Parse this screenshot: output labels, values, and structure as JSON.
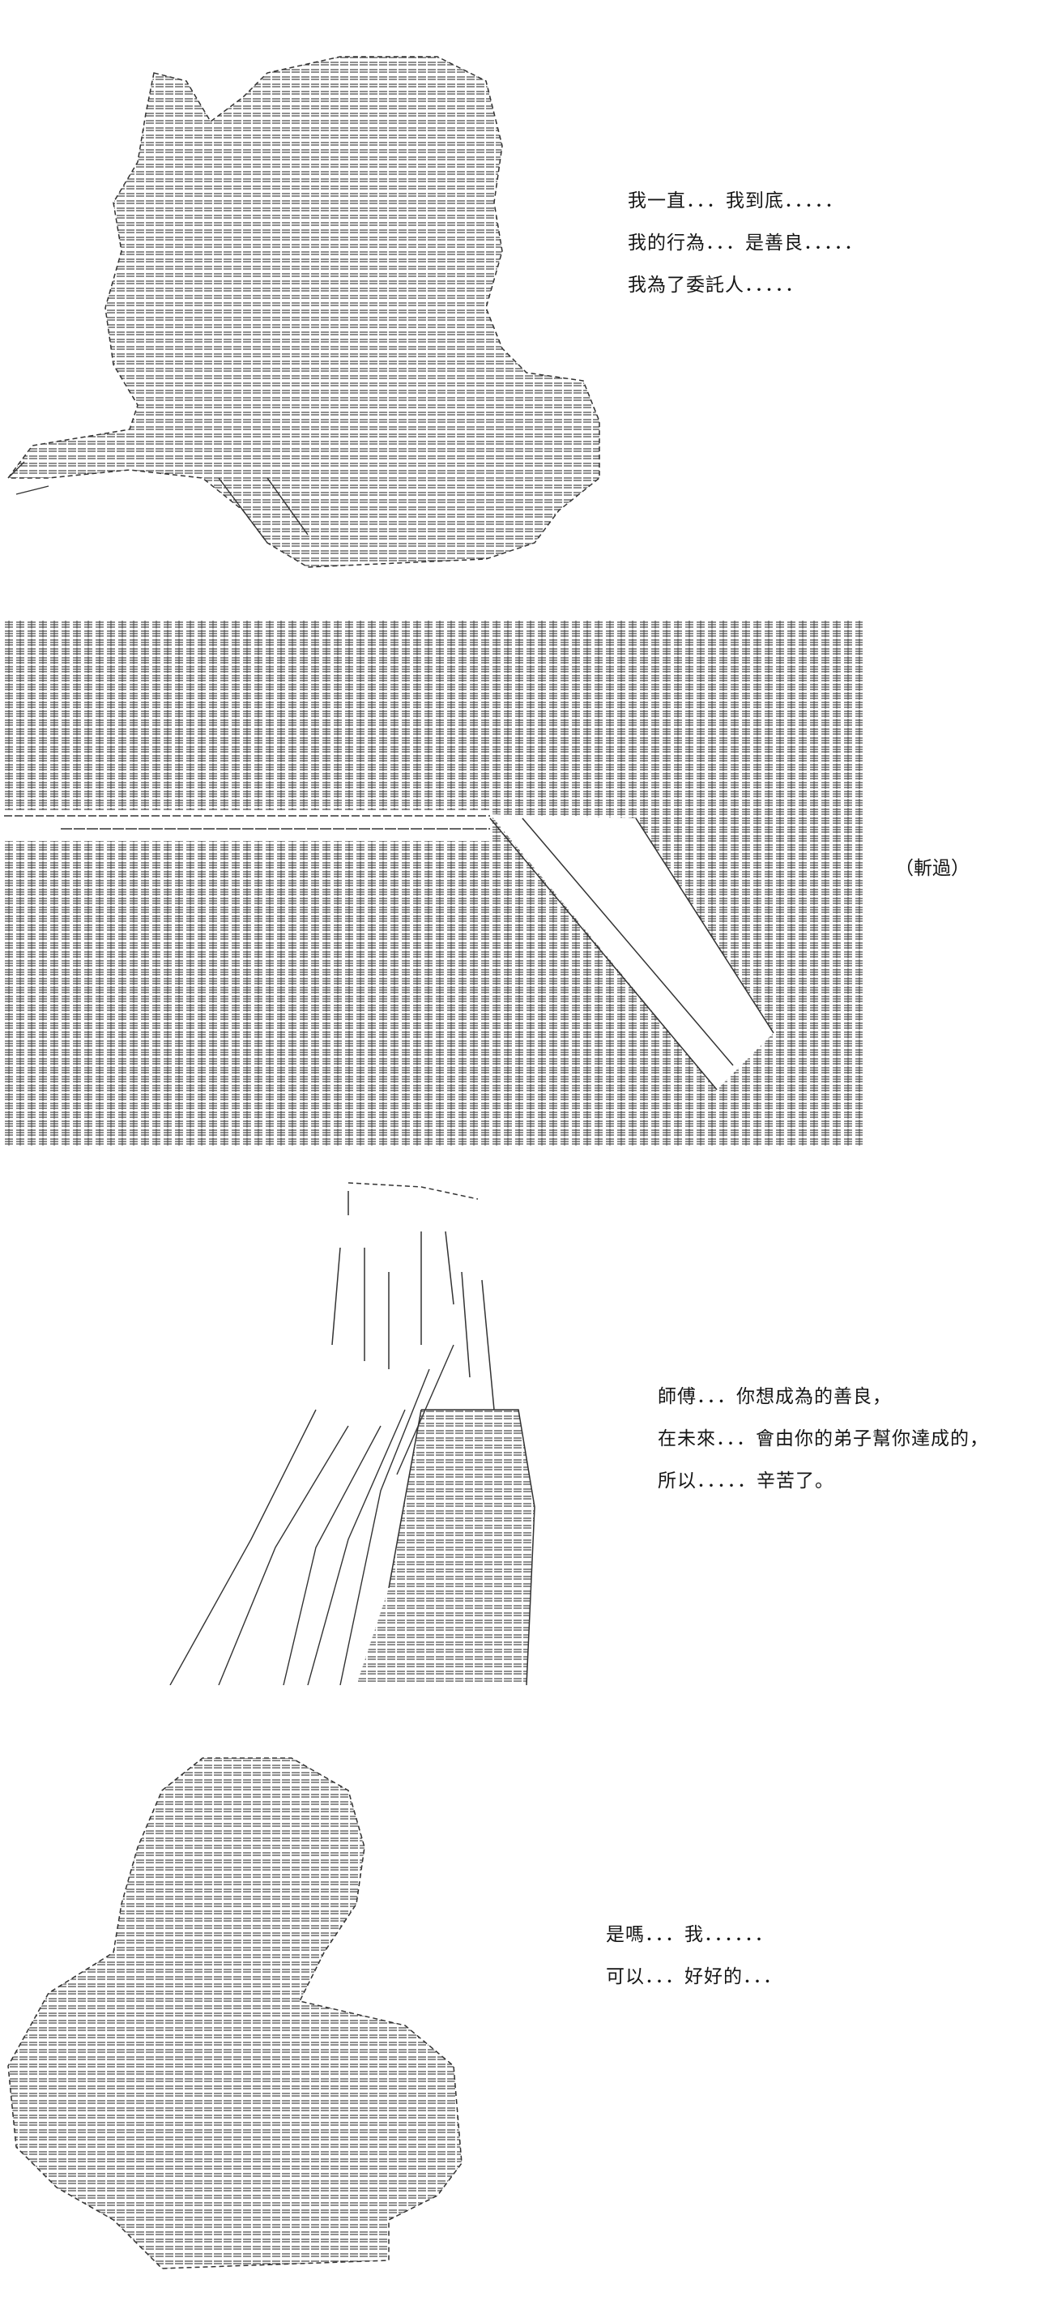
{
  "panels": [
    {
      "id": "panel-1",
      "art_subject": "crouching-figure-ascii-art",
      "lines": [
        "我一直．．．我到底．．．．．",
        "我的行為．．．是善良．．．．．",
        "我為了委託人．．．．．"
      ]
    },
    {
      "id": "panel-2",
      "art_subject": "slash-strike-ascii-art",
      "sfx": "（斬過）"
    },
    {
      "id": "panel-3",
      "art_subject": "falling-hair-figure-ascii-art",
      "lines": [
        "師傅．．．你想成為的善良，",
        "在未來．．．會由你的弟子幫你達成的，",
        "所以．．．．．辛苦了。"
      ]
    },
    {
      "id": "panel-4",
      "art_subject": "kneeling-figure-ascii-art",
      "lines": [
        "是嗎．．．我．．．．．．",
        "可以．．．好好的．．．"
      ]
    }
  ],
  "colors": {
    "background": "#ffffff",
    "ink": "#151515",
    "art_ink": "#3a3a3a"
  }
}
